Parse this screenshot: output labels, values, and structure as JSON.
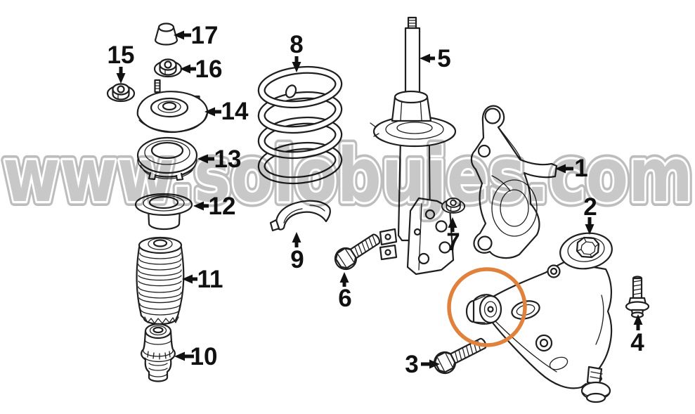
{
  "diagram": {
    "watermark_text": "www.solobujes.com",
    "part_labels": [
      "1",
      "2",
      "3",
      "4",
      "5",
      "6",
      "7",
      "8",
      "9",
      "10",
      "11",
      "12",
      "13",
      "14",
      "15",
      "16",
      "17"
    ],
    "colors": {
      "line": "#1f1f1f",
      "highlight_ring": "#e0813c",
      "watermark_fill": "#c8c8c8",
      "watermark_outline": "#bdbdbd",
      "background": "#ffffff"
    }
  }
}
